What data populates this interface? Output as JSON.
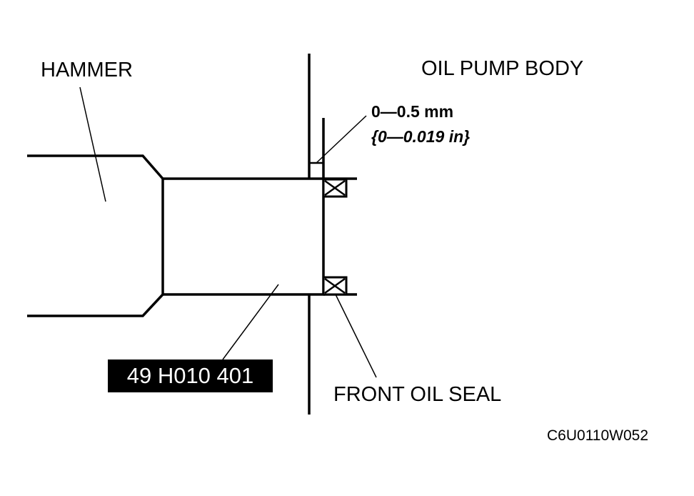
{
  "labels": {
    "hammer": "HAMMER",
    "oil_pump_body": "OIL PUMP BODY",
    "clearance_mm": "0—0.5 mm",
    "clearance_in": "{0—0.019 in}",
    "tool_number": "49 H010 401",
    "front_oil_seal": "FRONT OIL SEAL",
    "figure_code": "C6U0110W052"
  },
  "colors": {
    "line": "#000000",
    "background": "#ffffff",
    "tool_label_bg": "#000000",
    "tool_label_text": "#ffffff"
  }
}
